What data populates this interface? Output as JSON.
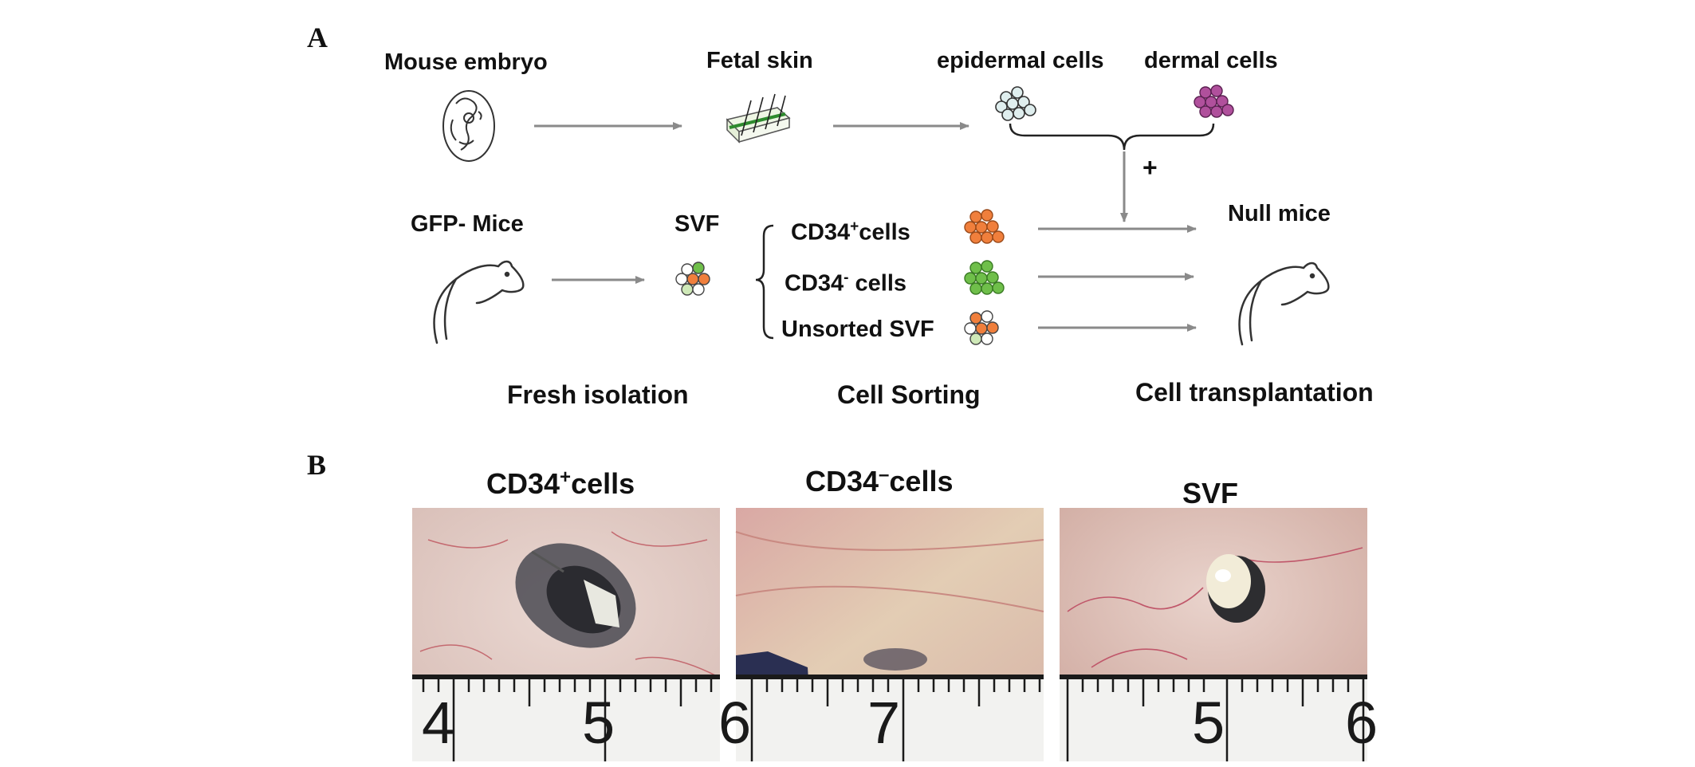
{
  "panels": {
    "a_letter": "A",
    "b_letter": "B"
  },
  "panel_a": {
    "mouse_embryo": "Mouse embryo",
    "fetal_skin": "Fetal skin",
    "epidermal_cells": "epidermal cells",
    "dermal_cells": "dermal cells",
    "plus": "+",
    "gfp_mice": "GFP- Mice",
    "svf": "SVF",
    "null_mice": "Null mice",
    "cd34_plus_base": "CD34",
    "cd34_plus_sup": "+",
    "cd34_plus_suffix": "cells",
    "cd34_minus_base": "CD34",
    "cd34_minus_sup": "-",
    "cd34_minus_suffix": " cells",
    "unsorted_svf": "Unsorted SVF",
    "fresh_isolation": "Fresh isolation",
    "cell_sorting": "Cell Sorting",
    "cell_transplantation": "Cell transplantation"
  },
  "panel_b": {
    "col1_base": "CD34",
    "col1_sup": "+",
    "col1_suffix": "cells",
    "col2_base": "CD34",
    "col2_sup": "–",
    "col2_suffix": "cells",
    "col3": "SVF",
    "ruler1": [
      "4",
      "5"
    ],
    "ruler2": [
      "6",
      "7"
    ],
    "ruler3": [
      "5",
      "6"
    ]
  },
  "colors": {
    "arrow": "#8a8a8a",
    "orange": "#f07f3c",
    "green": "#6fbf4a",
    "magenta": "#b0509c",
    "light_teal": "#d9ece9",
    "light_green": "#cfe9b8"
  }
}
